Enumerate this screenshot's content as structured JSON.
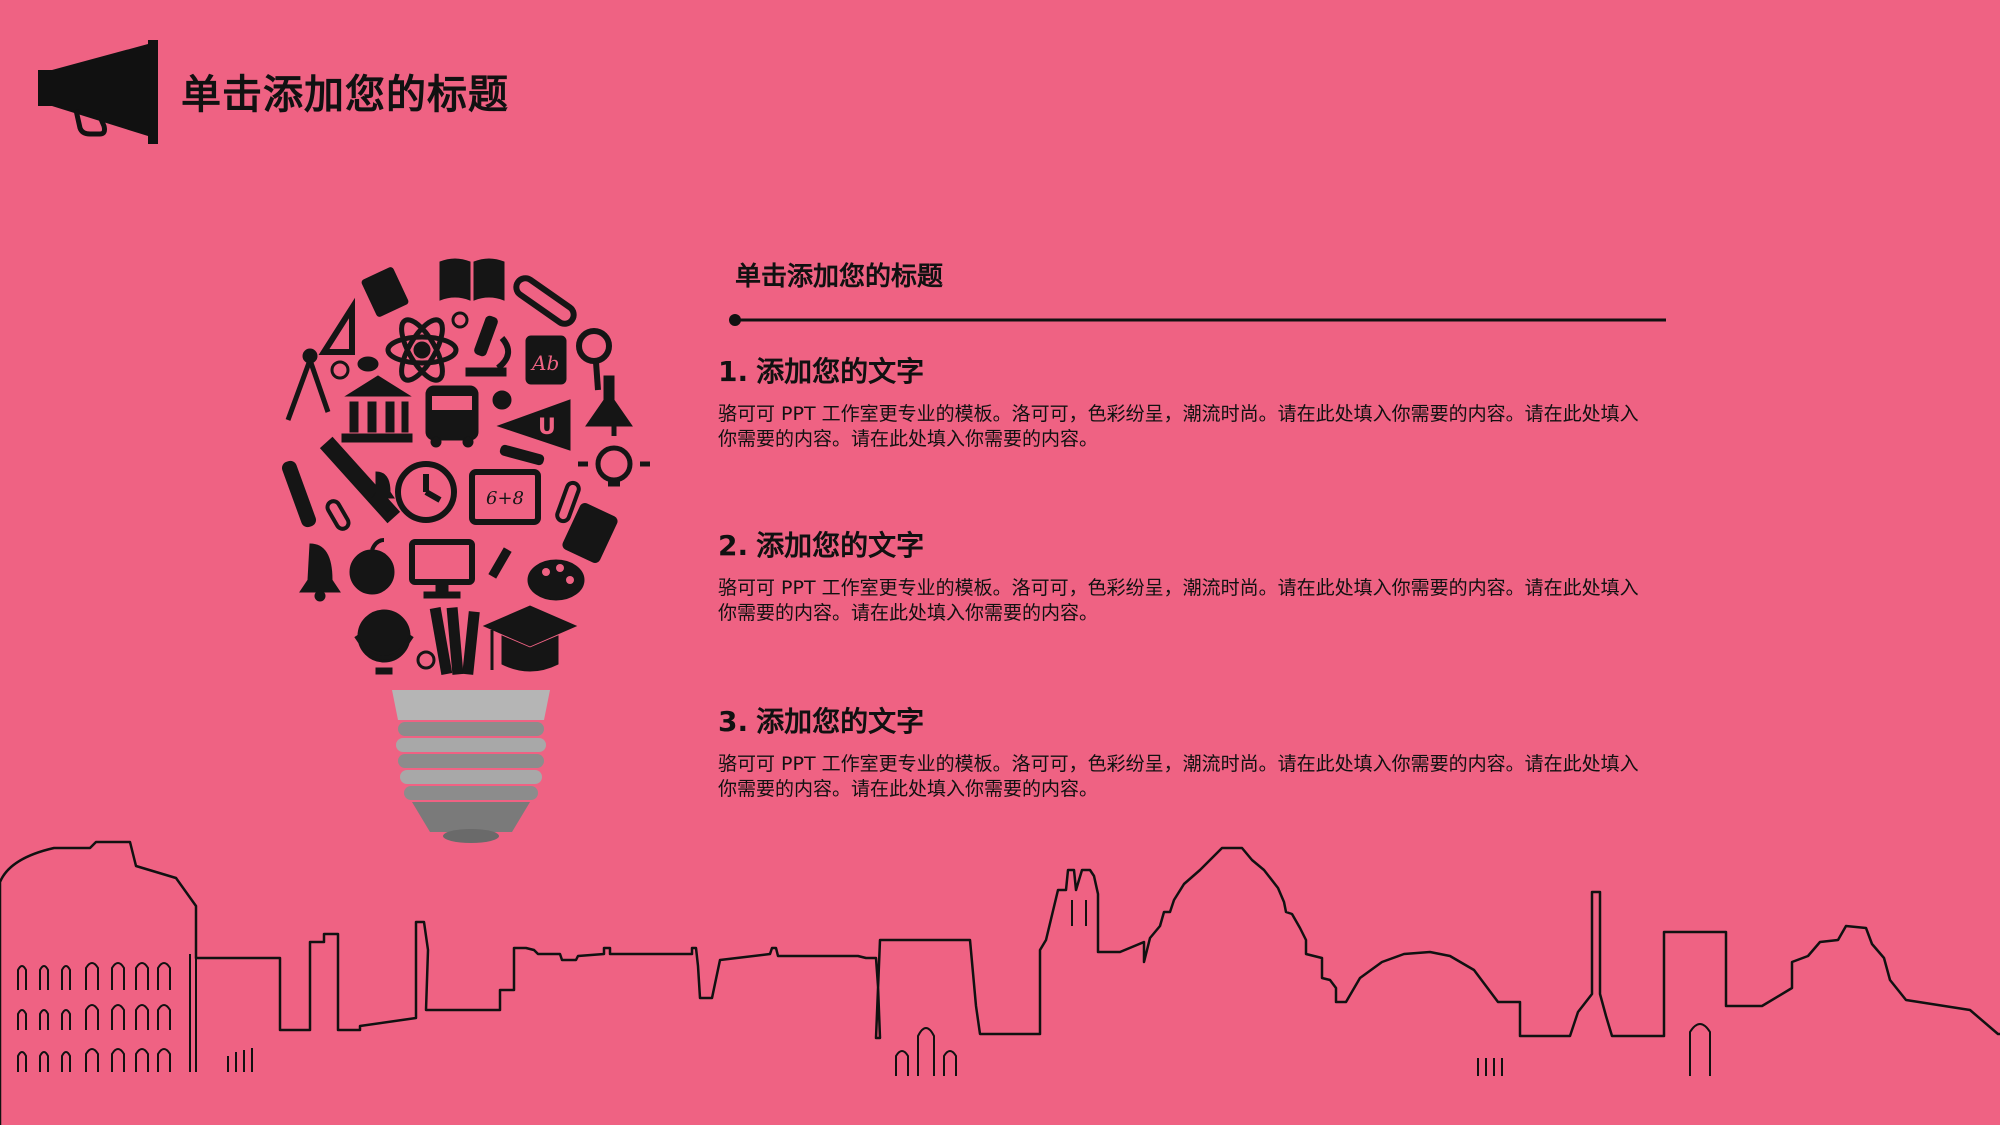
{
  "header": {
    "title": "单击添加您的标题",
    "icon": "megaphone-icon"
  },
  "content": {
    "heading": "单击添加您的标题",
    "items": [
      {
        "number": "1.",
        "title": "添加您的文字",
        "text": "骆可可 PPT 工作室更专业的模板。洛可可，色彩纷呈，潮流时尚。请在此处填入你需要的内容。请在此处填入你需要的内容。请在此处填入你需要的内容。"
      },
      {
        "number": "2.",
        "title": "添加您的文字",
        "text": "骆可可 PPT 工作室更专业的模板。洛可可，色彩纷呈，潮流时尚。请在此处填入你需要的内容。请在此处填入你需要的内容。请在此处填入你需要的内容。"
      },
      {
        "number": "3.",
        "title": "添加您的文字",
        "text": "骆可可 PPT 工作室更专业的模板。洛可可，色彩纷呈，潮流时尚。请在此处填入你需要的内容。请在此处填入你需要的内容。请在此处填入你需要的内容。"
      }
    ]
  },
  "illustration": {
    "bulb_icon_labels": [
      "Ab",
      "6+8",
      "U"
    ],
    "icon": "lightbulb-education-icons"
  },
  "colors": {
    "background": "#ef6283",
    "ink": "#111111",
    "bulb_base": "#9a9a9a"
  }
}
